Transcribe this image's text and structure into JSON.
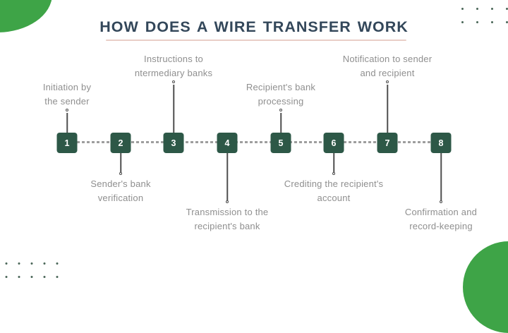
{
  "title": "HOW DOES A WIRE TRANSFER WORK",
  "steps": [
    {
      "num": "1",
      "line1": "Initiation by",
      "line2": "the sender"
    },
    {
      "num": "2",
      "line1": "Sender's bank",
      "line2": "verification"
    },
    {
      "num": "3",
      "line1": "Instructions to",
      "line2": "ntermediary banks"
    },
    {
      "num": "4",
      "line1": "Transmission to the",
      "line2": "recipient's bank"
    },
    {
      "num": "5",
      "line1": "Recipient's bank",
      "line2": "processing"
    },
    {
      "num": "6",
      "line1": "Crediting the recipient's",
      "line2": "account"
    },
    {
      "num": "7",
      "line1": "Notification to sender",
      "line2": "and recipient"
    },
    {
      "num": "8",
      "line1": "Confirmation and",
      "line2": "record-keeping"
    }
  ],
  "colors": {
    "node_green": "#2d5847",
    "accent_green": "#3ea447",
    "title_navy": "#33475a",
    "label_gray": "#8f8f8f",
    "dash_gray": "#9e9e9e",
    "connector_gray": "#4f4f4f",
    "dot_green": "#4e6a5c",
    "underline_red": "#c1735f"
  }
}
